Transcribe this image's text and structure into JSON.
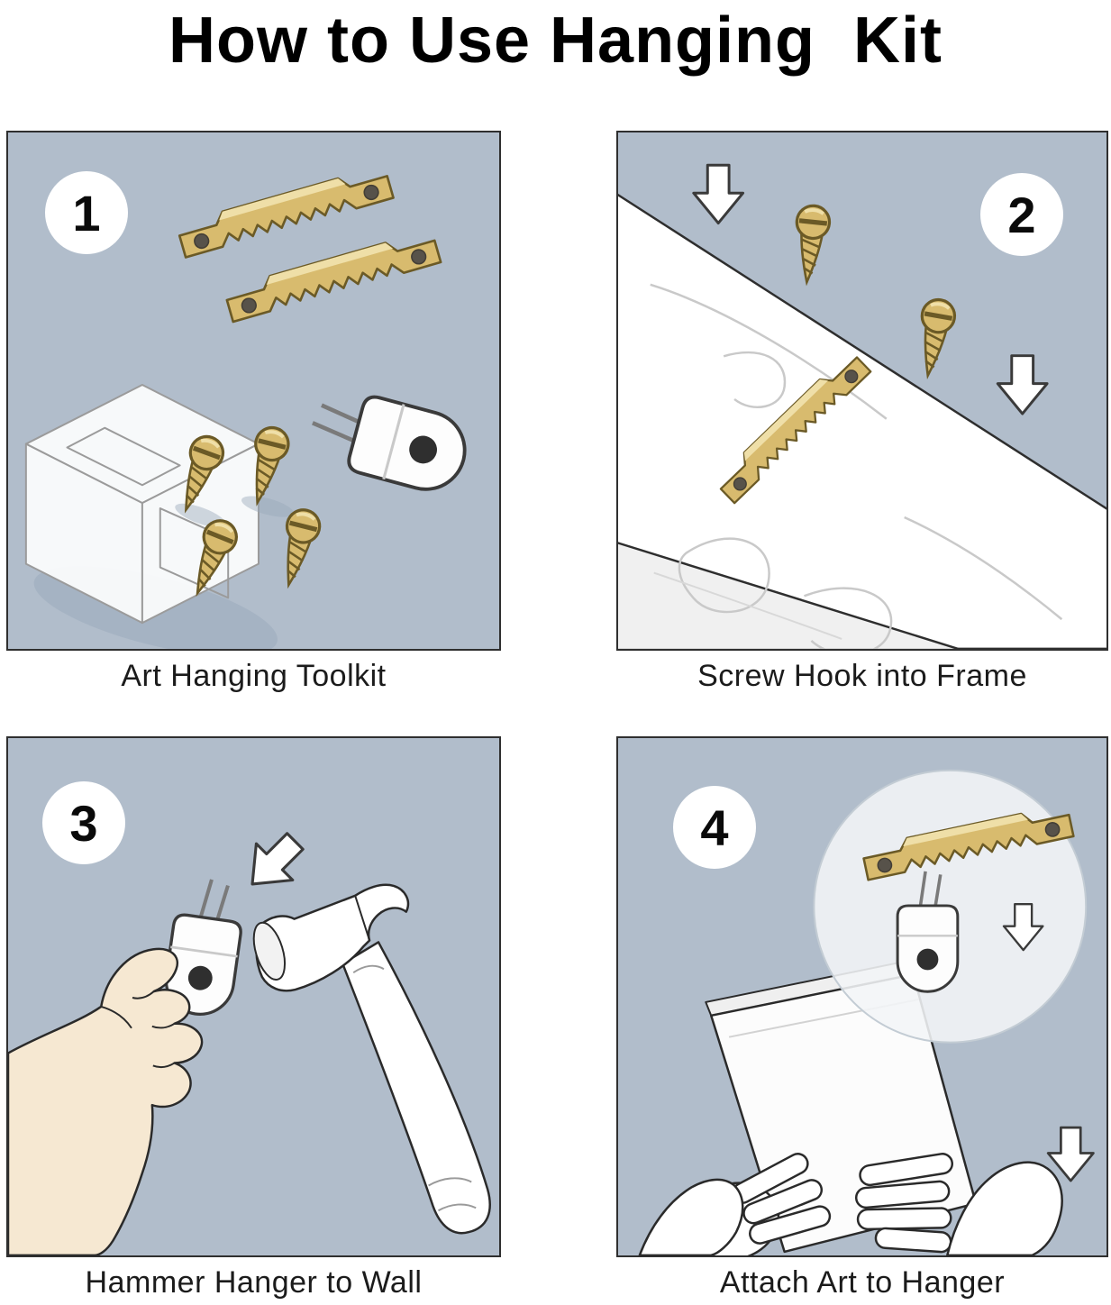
{
  "title": "How to Use Hanging  Kit",
  "steps": [
    {
      "number": "1",
      "caption": "Art Hanging Toolkit"
    },
    {
      "number": "2",
      "caption": "Screw Hook into Frame"
    },
    {
      "number": "3",
      "caption": "Hammer Hanger to Wall"
    },
    {
      "number": "4",
      "caption": "Attach Art to Hanger"
    }
  ],
  "colors": {
    "page_bg": "#ffffff",
    "panel_bg": "#b1bdcb",
    "panel_border": "#2f2f2f",
    "brass": "#d8bb6e",
    "brass_dark": "#6b5a26",
    "brass_highlight": "#efdfa8",
    "outline": "#2a2a2a",
    "skin": "#f6e8d2",
    "shadow": "#9aa9bb",
    "badge_bg": "#ffffff"
  },
  "icons": {
    "sawtooth_hanger": "brass sawtooth picture hanger strip",
    "screw": "brass wood screw",
    "wall_hook": "white wall hook with pins and black hole",
    "storage_case": "clear plastic storage case",
    "hammer": "claw hammer",
    "hand": "hand pinching hanger",
    "artwork_frame": "blank white art frame",
    "down_arrow": "white outlined block arrow",
    "magnifier_circle": "zoom detail circle"
  }
}
